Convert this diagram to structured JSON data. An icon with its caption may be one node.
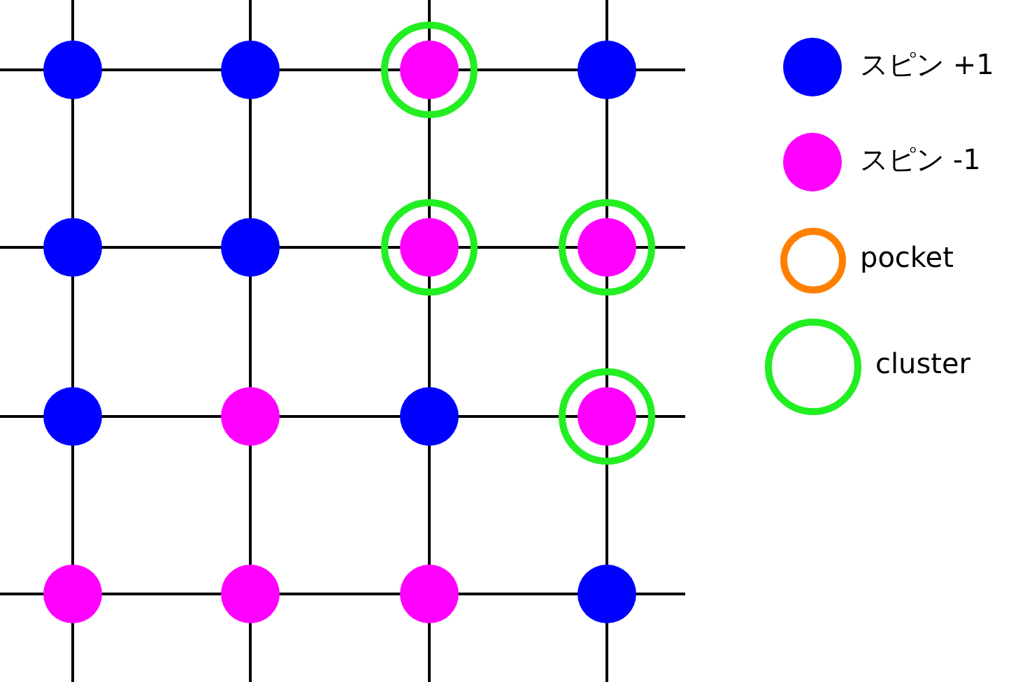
{
  "diagram": {
    "legend": [
      {
        "text": "スピン +1",
        "color": "#0000ff"
      },
      {
        "text": "スピン -1",
        "color": "#ff00ff"
      },
      {
        "text": "pocket"
      },
      {
        "text": "cluster"
      }
    ]
  }
}
